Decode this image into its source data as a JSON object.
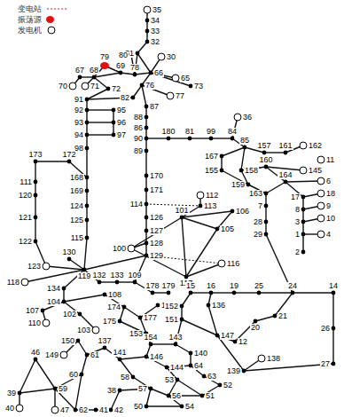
{
  "diagram": {
    "labels": [
      "35",
      "34",
      "33",
      "32",
      "31",
      "30",
      "79",
      "80",
      "67",
      "68",
      "69",
      "78",
      "66",
      "65",
      "73",
      "70",
      "71",
      "72",
      "76",
      "77",
      "82",
      "87",
      "88",
      "86",
      "90",
      "89",
      "91",
      "92",
      "93",
      "94",
      "98",
      "95",
      "96",
      "97",
      "180",
      "81",
      "99",
      "84",
      "36",
      "85",
      "167",
      "157",
      "161",
      "162",
      "155",
      "158",
      "160",
      "145",
      "11",
      "6",
      "18",
      "9",
      "10",
      "4",
      "164",
      "159",
      "163",
      "17",
      "7",
      "8",
      "3",
      "1",
      "2",
      "28",
      "29",
      "173",
      "172",
      "111",
      "120",
      "121",
      "122",
      "168",
      "169",
      "124",
      "125",
      "170",
      "171",
      "114",
      "112",
      "113",
      "126",
      "127",
      "128",
      "129",
      "101",
      "105",
      "106",
      "100",
      "117",
      "116",
      "115",
      "130",
      "119",
      "123",
      "118",
      "132",
      "133",
      "109",
      "178",
      "179",
      "134",
      "104",
      "107",
      "110",
      "102",
      "103",
      "108",
      "174",
      "175",
      "177",
      "176",
      "153",
      "15",
      "16",
      "19",
      "25",
      "24",
      "14",
      "26",
      "27",
      "21",
      "20",
      "136",
      "152",
      "151",
      "147",
      "12",
      "139",
      "138",
      "150",
      "154",
      "143",
      "140",
      "149",
      "61",
      "137",
      "141",
      "146",
      "144",
      "64",
      "63",
      "52",
      "53",
      "58",
      "57",
      "38",
      "56",
      "51",
      "54",
      "50",
      "60",
      "46",
      "59",
      "39",
      "40",
      "47",
      "62",
      "41",
      "42"
    ],
    "legend": [
      {
        "text": "变电站"
      },
      {
        "text": "振荡源",
        "color": "#e01010"
      },
      {
        "text": "发电机"
      }
    ]
  }
}
